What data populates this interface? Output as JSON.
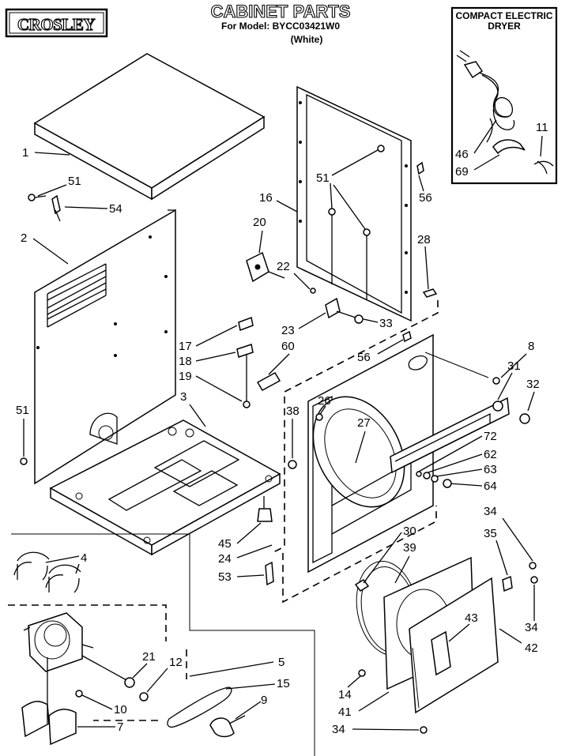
{
  "brand": "CROSLEY",
  "title": "CABINET PARTS",
  "model_line": "For Model: BYCC03421W0",
  "color_line": "(White)",
  "inset_title": [
    "COMPACT ELECTRIC",
    "DRYER"
  ],
  "callouts": {
    "c1": "1",
    "c2": "2",
    "c3": "3",
    "c4": "4",
    "c5": "5",
    "c7": "7",
    "c8": "8",
    "c9": "9",
    "c10": "10",
    "c11": "11",
    "c12": "12",
    "c14": "14",
    "c15": "15",
    "c16": "16",
    "c17": "17",
    "c18": "18",
    "c19": "19",
    "c20": "20",
    "c21": "21",
    "c22": "22",
    "c23": "23",
    "c24": "24",
    "c26": "26",
    "c27": "27",
    "c28": "28",
    "c30": "30",
    "c31": "31",
    "c32": "32",
    "c33": "33",
    "c34a": "34",
    "c34b": "34",
    "c34c": "34",
    "c35": "35",
    "c38": "38",
    "c39": "39",
    "c41": "41",
    "c42": "42",
    "c43": "43",
    "c45": "45",
    "c46": "46",
    "c51a": "51",
    "c51b": "51",
    "c51c": "51",
    "c53": "53",
    "c54": "54",
    "c56a": "56",
    "c56b": "56",
    "c60": "60",
    "c62": "62",
    "c63": "63",
    "c64": "64",
    "c69": "69",
    "c72": "72"
  }
}
